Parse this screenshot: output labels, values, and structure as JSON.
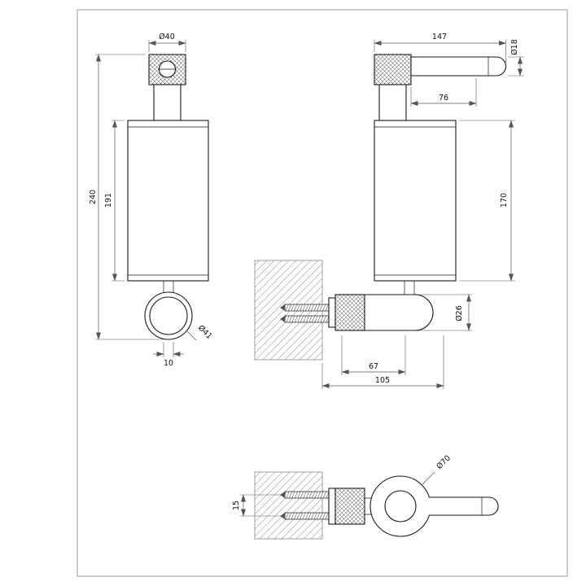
{
  "drawing": {
    "views": {
      "front": {
        "dims": {
          "pump_diameter": "Ø40",
          "overall_height": "240",
          "body_height": "191",
          "ring_diameter": "Ø41",
          "stem_width": "10"
        }
      },
      "side": {
        "dims": {
          "overall_width": "147",
          "lever_diameter": "Ø18",
          "lever_length": "76",
          "height": "170",
          "holder_diameter": "Ø26",
          "depth_inner": "67",
          "depth_overall": "105"
        }
      },
      "top": {
        "dims": {
          "ring_diameter": "Ø70",
          "screw_spacing": "15"
        }
      }
    }
  }
}
